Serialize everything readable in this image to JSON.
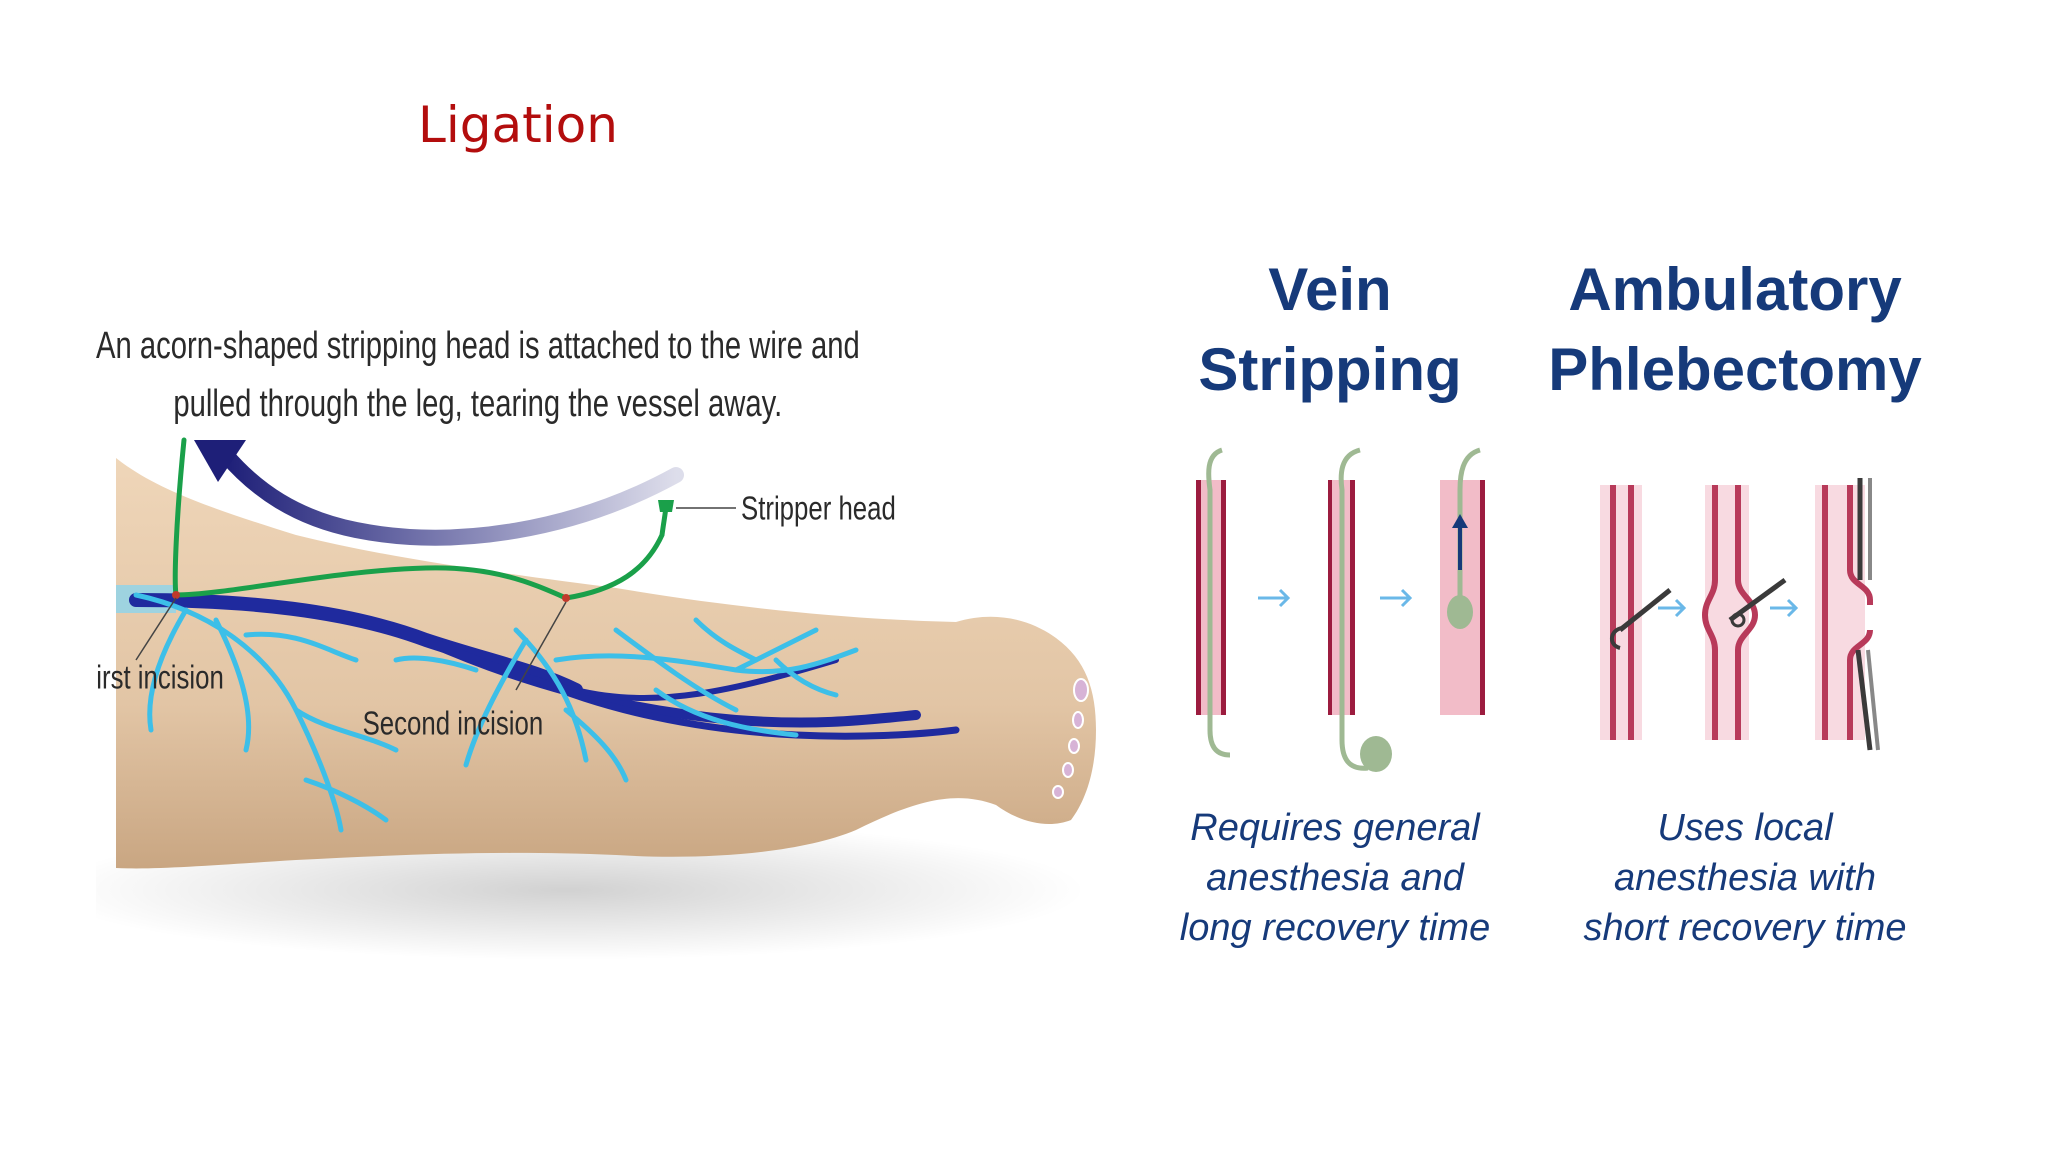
{
  "slide": {
    "title": "Ligation"
  },
  "left_illustration": {
    "caption_line1": "An acorn-shaped stripping head is attached to the wire and",
    "caption_line2": "pulled through the leg, tearing the vessel away.",
    "label_stripper_head": "Stripper head",
    "label_first_incision": "First incision",
    "label_second_incision": "Second incision",
    "colors": {
      "skin": "#e2c5a5",
      "deep_vein": "#1f2a9e",
      "branch_vein": "#3dbfe8",
      "wire": "#1aa04a",
      "arrow": "#1e1f78"
    }
  },
  "right_illustration": {
    "vein_stripping": {
      "heading_line1": "Vein",
      "heading_line2": "Stripping",
      "desc_line1": "Requires general",
      "desc_line2": "anesthesia and",
      "desc_line3": "long recovery time"
    },
    "ambulatory_phlebectomy": {
      "heading_line1": "Ambulatory",
      "heading_line2": "Phlebectomy",
      "desc_line1": "Uses local",
      "desc_line2": "anesthesia with",
      "desc_line3": "short recovery time"
    },
    "colors": {
      "heading": "#163a7a",
      "vessel_wall": "#9c1c3f",
      "vessel_fill": "#f2bcc8",
      "wire": "#9fb993",
      "arrow": "#6ab8e8",
      "hook": "#3a3a3a"
    }
  }
}
